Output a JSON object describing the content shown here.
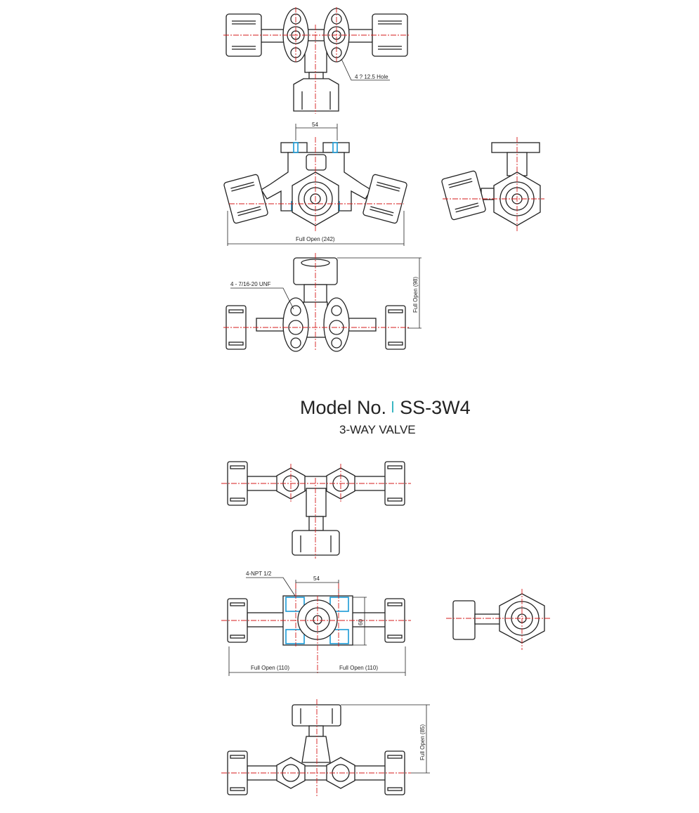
{
  "model": {
    "label": "Model No.",
    "number": "SS-3W4",
    "subtitle": "3-WAY VALVE"
  },
  "annotations": {
    "hole": "4 ? 12.5 Hole",
    "top_spacing": "54",
    "full_open_242": "Full Open (242)",
    "unf": "4 - 7/16-20 UNF",
    "full_open_98": "Full Open (98)",
    "npt": "4-NPT 1/2",
    "bottom_spacing": "54",
    "height_60": "60",
    "full_open_110_left": "Full Open (110)",
    "full_open_110_right": "Full Open (110)",
    "full_open_85": "Full Open (85)"
  },
  "colors": {
    "centerline": "#d41b1b",
    "port": "#1a9ad6",
    "accent": "#3bb7c2"
  }
}
